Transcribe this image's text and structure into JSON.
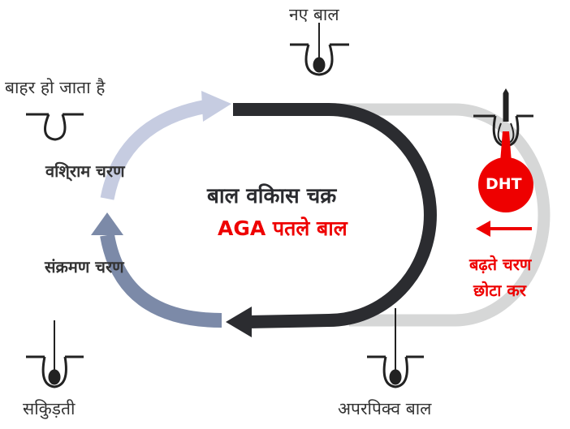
{
  "title": "बाल वकिास चक्र",
  "subtitle": "AGA पतले बाल",
  "labels": {
    "new_hair": "नए बाल",
    "falls_out": "बाहर हो जाता है",
    "resting_phase": "वशि्राम चरण",
    "transition_phase": "संक्रमण चरण",
    "shrunk": "सकिुड़ती",
    "immature_hair": "अपरपिक्व बाल",
    "growth_phase_shortened_line1": "बढ़ते चरण",
    "growth_phase_shortened_line2": "छोटा कर",
    "dht": "DHT"
  },
  "colors": {
    "main_arc": "#2b2c30",
    "faded_arc": "#d6d7d7",
    "resting_arc": "#c6cce1",
    "transition_arc": "#7c8aa8",
    "accent_red": "#ee0000"
  }
}
